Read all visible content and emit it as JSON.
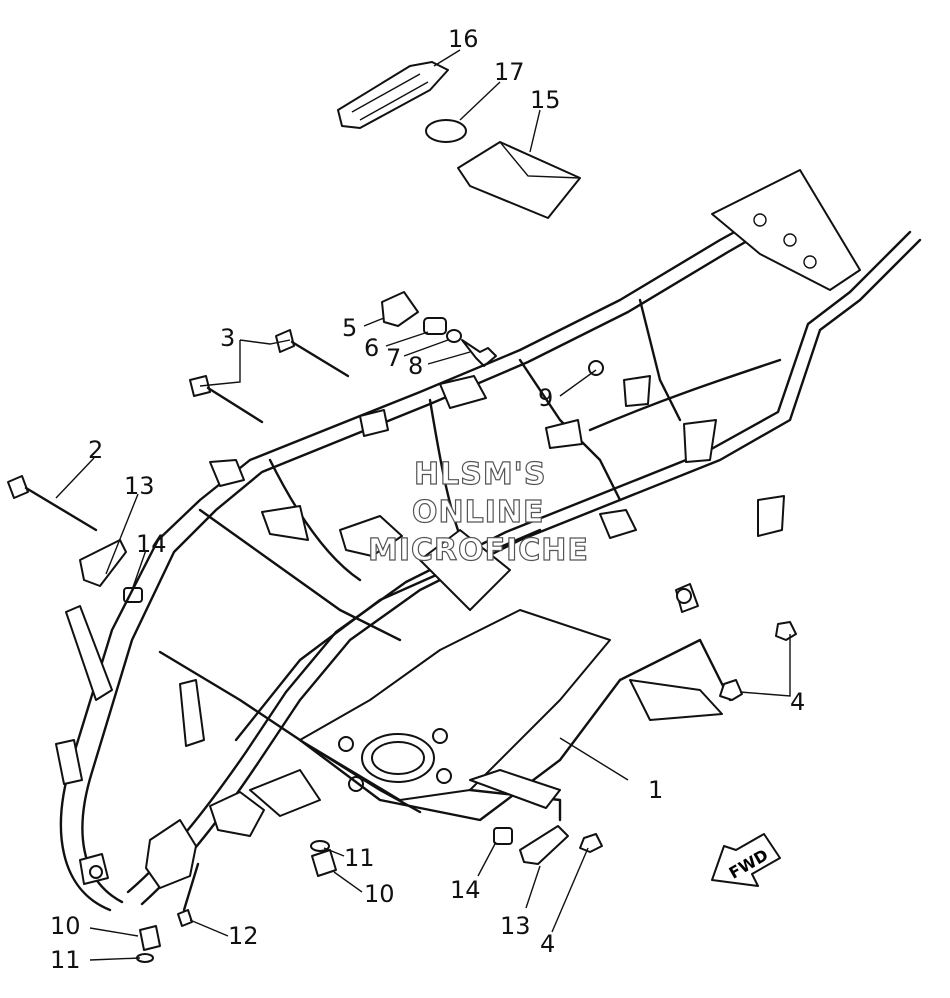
{
  "callouts": [
    {
      "id": "c1",
      "text": "1"
    },
    {
      "id": "c2",
      "text": "2"
    },
    {
      "id": "c3",
      "text": "3"
    },
    {
      "id": "c4a",
      "text": "4"
    },
    {
      "id": "c4b",
      "text": "4"
    },
    {
      "id": "c5",
      "text": "5"
    },
    {
      "id": "c6",
      "text": "6"
    },
    {
      "id": "c7",
      "text": "7"
    },
    {
      "id": "c8",
      "text": "8"
    },
    {
      "id": "c9",
      "text": "9"
    },
    {
      "id": "c10a",
      "text": "10"
    },
    {
      "id": "c10b",
      "text": "10"
    },
    {
      "id": "c11a",
      "text": "11"
    },
    {
      "id": "c11b",
      "text": "11"
    },
    {
      "id": "c12",
      "text": "12"
    },
    {
      "id": "c13a",
      "text": "13"
    },
    {
      "id": "c13b",
      "text": "13"
    },
    {
      "id": "c14a",
      "text": "14"
    },
    {
      "id": "c14b",
      "text": "14"
    },
    {
      "id": "c15",
      "text": "15"
    },
    {
      "id": "c16",
      "text": "16"
    },
    {
      "id": "c17",
      "text": "17"
    }
  ],
  "watermark": [
    "HLSM'S",
    "ONLINE",
    "MICROFICHE"
  ],
  "direction_arrow": "FWD"
}
